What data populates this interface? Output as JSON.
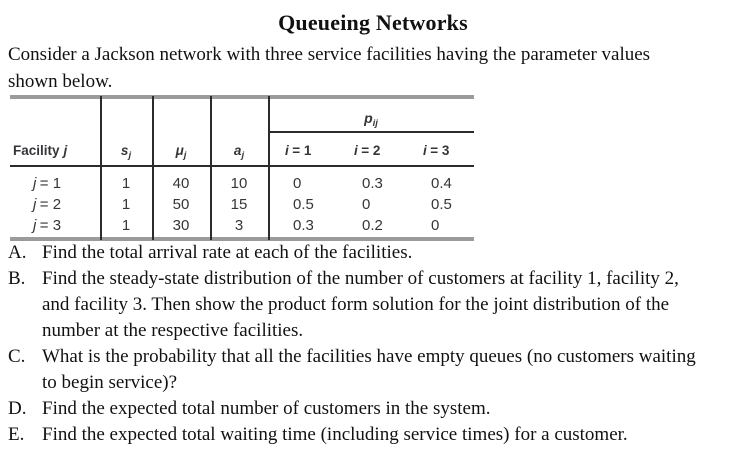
{
  "document": {
    "title": "Queueing Networks",
    "intro": "Consider a Jackson network with three service facilities having the parameter values\nshown below."
  },
  "table": {
    "group_header": {
      "base": "p",
      "sub": "ij"
    },
    "col_headers": {
      "facility": {
        "label": "Facility",
        "var": "j"
      },
      "s": {
        "base": "s",
        "sub": "j"
      },
      "mu": {
        "base": "μ",
        "sub": "j"
      },
      "a": {
        "base": "a",
        "sub": "j"
      },
      "i_cols": [
        {
          "var": "i",
          "eq": "= 1"
        },
        {
          "var": "i",
          "eq": "= 2"
        },
        {
          "var": "i",
          "eq": "= 3"
        }
      ]
    },
    "rows": [
      {
        "var": "j",
        "eq": "= 1",
        "s": "1",
        "mu": "40",
        "a": "10",
        "p1": "0",
        "p2": "0.3",
        "p3": "0.4"
      },
      {
        "var": "j",
        "eq": "= 2",
        "s": "1",
        "mu": "50",
        "a": "15",
        "p1": "0.5",
        "p2": "0",
        "p3": "0.5"
      },
      {
        "var": "j",
        "eq": "= 3",
        "s": "1",
        "mu": "30",
        "a": "3",
        "p1": "0.3",
        "p2": "0.2",
        "p3": "0"
      }
    ]
  },
  "questions": [
    {
      "label": "A.",
      "text": "Find the total arrival rate at each of the facilities."
    },
    {
      "label": "B.",
      "text": "Find the steady-state distribution of the number of customers at facility 1, facility 2,\nand facility 3. Then show the product form solution for the joint distribution of the\nnumber at the respective facilities."
    },
    {
      "label": "C.",
      "text": "What is the probability that all the facilities have empty queues (no customers waiting\nto begin service)?"
    },
    {
      "label": "D.",
      "text": "Find the expected total number of customers in the system."
    },
    {
      "label": "E.",
      "text": "Find the expected total waiting time (including service times) for a customer."
    }
  ],
  "colors": {
    "rule_gray": "#9b9b9b",
    "rule_black": "#2b2b2b",
    "table_text": "#35353a",
    "body_text": "#111111"
  }
}
